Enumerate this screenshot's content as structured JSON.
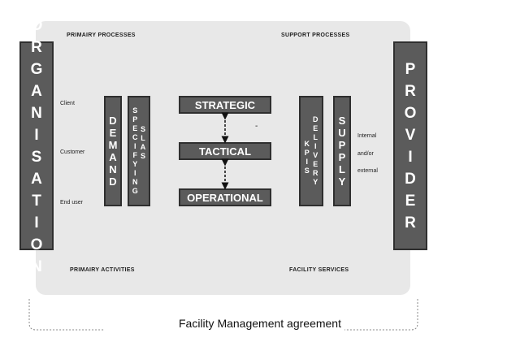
{
  "labels": {
    "primary_processes": "PRIMAIRY PROCESSES",
    "support_processes": "SUPPORT PROCESSES",
    "primary_activities": "PRIMAIRY ACTIVITIES",
    "facility_services": "FACILITY SERVICES"
  },
  "columns": {
    "organisation": [
      "O",
      "R",
      "G",
      "A",
      "N",
      "I",
      "S",
      "A",
      "T",
      "I",
      "O",
      "N"
    ],
    "demand": [
      "D",
      "E",
      "M",
      "A",
      "N",
      "D"
    ],
    "specifying_slas": [
      "S",
      "P",
      "E",
      "C",
      "I",
      "F",
      "Y",
      "I",
      "N",
      "G"
    ],
    "specifying_slas_2": [
      "S",
      "L",
      "A",
      "S"
    ],
    "kpis": [
      "K",
      "P",
      "I",
      "S"
    ],
    "delivery": [
      "D",
      "E",
      "L",
      "I",
      "V",
      "E",
      "R",
      "Y"
    ],
    "supply": [
      "S",
      "U",
      "P",
      "P",
      "L",
      "Y"
    ],
    "provider": [
      "P",
      "R",
      "O",
      "V",
      "I",
      "D",
      "E",
      "R"
    ]
  },
  "levels": {
    "strategic": "STRATEGIC",
    "tactical": "TACTICAL",
    "operational": "OPERATIONAL"
  },
  "left_side": {
    "client": "Client",
    "customer": "Customer",
    "end_user": "End user"
  },
  "right_side": {
    "internal": "Internal",
    "andor": "and/or",
    "external": "external"
  },
  "dash_mark": "-",
  "footer": "Facility Management agreement"
}
